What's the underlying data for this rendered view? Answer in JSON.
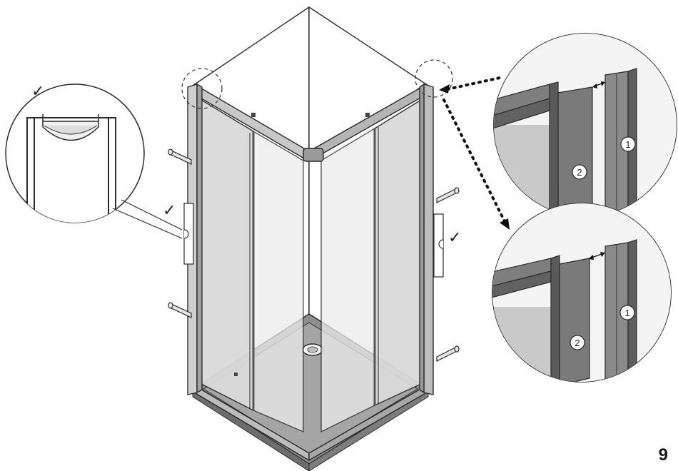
{
  "page": {
    "number": "9"
  },
  "callouts": {
    "top_detail": {
      "part_one": "1",
      "part_two": "2"
    },
    "bottom_detail": {
      "part_one": "1",
      "part_two": "2"
    }
  },
  "marks": {
    "check": "✓"
  },
  "colors": {
    "line": "#2b2b2b",
    "glass": "#d9d9d9",
    "profile": "#7a7a7a",
    "profile_dark": "#555555",
    "tray": "#9a9a9a"
  }
}
